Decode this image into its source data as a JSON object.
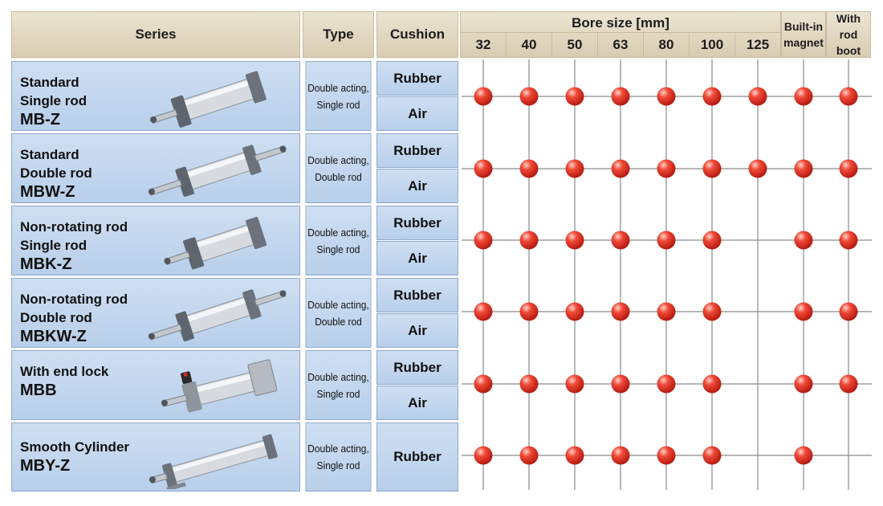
{
  "headers": {
    "series": "Series",
    "type": "Type",
    "cushion": "Cushion",
    "bore": "Bore size [mm]",
    "bore_sizes": [
      "32",
      "40",
      "50",
      "63",
      "80",
      "100",
      "125"
    ],
    "magnet": "Built-in\nmagnet",
    "boot": "With\nrod boot"
  },
  "colors": {
    "header_bg": "#ddd2ba",
    "cell_bg": "#c5d8ef",
    "dot": "#e8281e",
    "grid_line": "#8a8a8a"
  },
  "rows": [
    {
      "name": "Standard\nSingle rod",
      "code": "MB-Z",
      "type": "Double acting,\nSingle rod",
      "cushions": [
        "Rubber",
        "Air"
      ],
      "availability": [
        true,
        true,
        true,
        true,
        true,
        true,
        true,
        true,
        true
      ],
      "image": "single-rod-cylinder"
    },
    {
      "name": "Standard\nDouble rod",
      "code": "MBW-Z",
      "type": "Double acting,\nDouble rod",
      "cushions": [
        "Rubber",
        "Air"
      ],
      "availability": [
        true,
        true,
        true,
        true,
        true,
        true,
        true,
        true,
        true
      ],
      "image": "double-rod-cylinder"
    },
    {
      "name": "Non-rotating rod\nSingle rod",
      "code": "MBK-Z",
      "type": "Double acting,\nSingle rod",
      "cushions": [
        "Rubber",
        "Air"
      ],
      "availability": [
        true,
        true,
        true,
        true,
        true,
        true,
        false,
        true,
        true
      ],
      "image": "single-rod-cylinder"
    },
    {
      "name": "Non-rotating rod\nDouble rod",
      "code": "MBKW-Z",
      "type": "Double acting,\nDouble rod",
      "cushions": [
        "Rubber",
        "Air"
      ],
      "availability": [
        true,
        true,
        true,
        true,
        true,
        true,
        false,
        true,
        true
      ],
      "image": "double-rod-cylinder"
    },
    {
      "name": "With end lock",
      "code": "MBB",
      "type": "Double acting,\nSingle rod",
      "cushions": [
        "Rubber",
        "Air"
      ],
      "availability": [
        true,
        true,
        true,
        true,
        true,
        true,
        false,
        true,
        true
      ],
      "image": "end-lock-cylinder"
    },
    {
      "name": "Smooth Cylinder",
      "code": "MBY-Z",
      "type": "Double acting,\nSingle rod",
      "cushions": [
        "Rubber"
      ],
      "availability": [
        true,
        true,
        true,
        true,
        true,
        true,
        false,
        true,
        false
      ],
      "image": "smooth-cylinder"
    }
  ]
}
